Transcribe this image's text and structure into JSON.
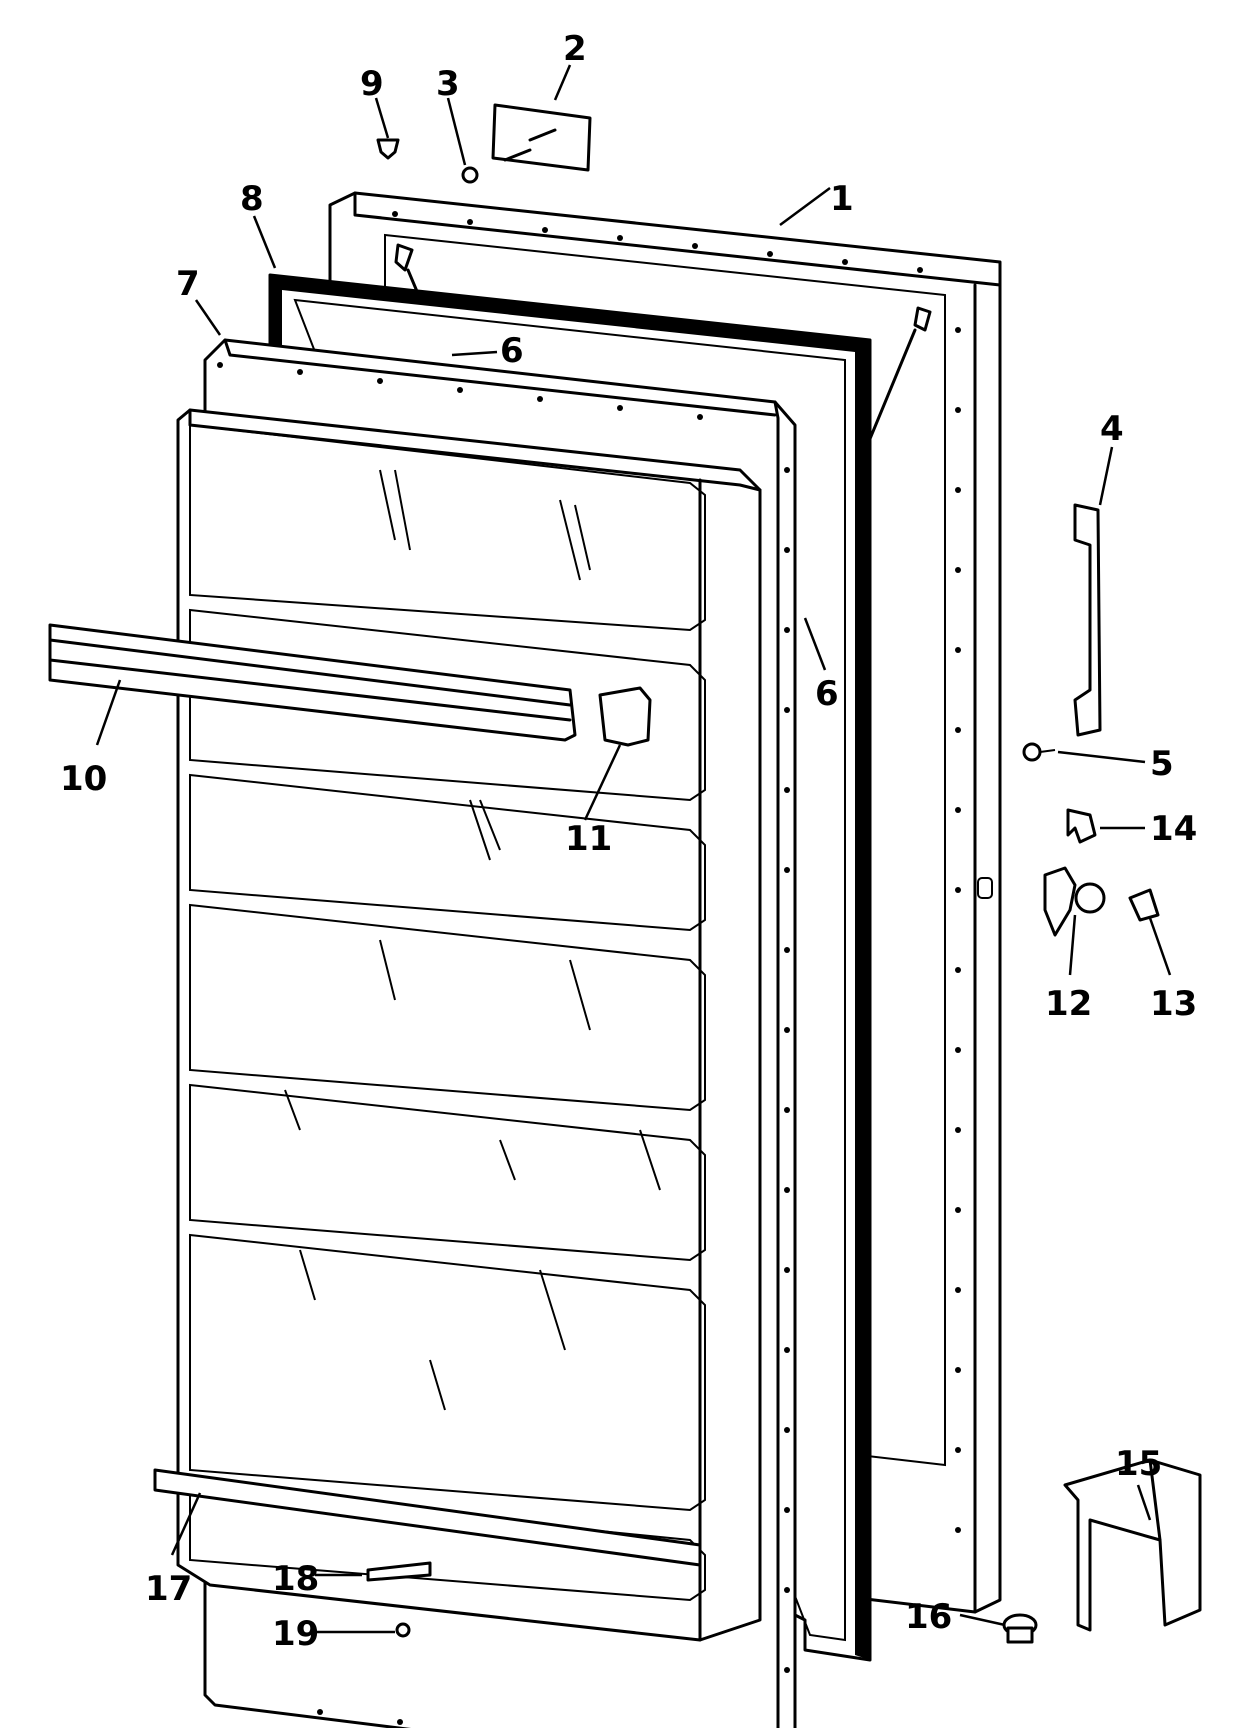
{
  "diagram": {
    "type": "exploded-parts-view",
    "callouts": [
      {
        "id": "c1",
        "label": "1"
      },
      {
        "id": "c2",
        "label": "2"
      },
      {
        "id": "c3",
        "label": "3"
      },
      {
        "id": "c4",
        "label": "4"
      },
      {
        "id": "c5",
        "label": "5"
      },
      {
        "id": "c6a",
        "label": "6"
      },
      {
        "id": "c6b",
        "label": "6"
      },
      {
        "id": "c7",
        "label": "7"
      },
      {
        "id": "c8",
        "label": "8"
      },
      {
        "id": "c9",
        "label": "9"
      },
      {
        "id": "c10",
        "label": "10"
      },
      {
        "id": "c11",
        "label": "11"
      },
      {
        "id": "c12",
        "label": "12"
      },
      {
        "id": "c13",
        "label": "13"
      },
      {
        "id": "c14",
        "label": "14"
      },
      {
        "id": "c15",
        "label": "15"
      },
      {
        "id": "c16",
        "label": "16"
      },
      {
        "id": "c17",
        "label": "17"
      },
      {
        "id": "c18",
        "label": "18"
      },
      {
        "id": "c19",
        "label": "19"
      }
    ]
  }
}
